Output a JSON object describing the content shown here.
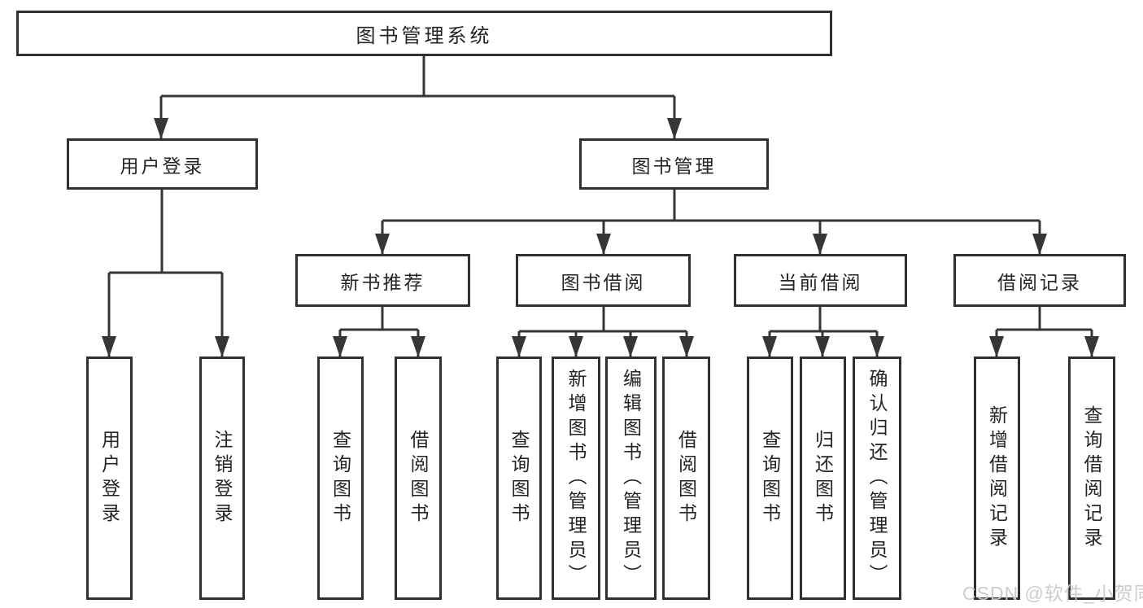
{
  "diagram": {
    "nodes": {
      "root": "图书管理系统",
      "user_login": "用户登录",
      "book_mgmt": "图书管理",
      "new_book_rec": "新书推荐",
      "book_borrow": "图书借阅",
      "current_borrow": "当前借阅",
      "borrow_record": "借阅记录",
      "leaf_user_login": "用户登录",
      "leaf_logout": "注销登录",
      "leaf_query_book_rec": "查询图书",
      "leaf_borrow_book_rec": "借阅图书",
      "leaf_query_book_borrow": "查询图书",
      "leaf_add_book": "新增图书（管理员）",
      "leaf_edit_book": "编辑图书（管理员）",
      "leaf_borrow_book_borrow": "借阅图书",
      "leaf_query_book_current": "查询图书",
      "leaf_return_book": "归还图书",
      "leaf_confirm_return": "确认归还（管理员）",
      "leaf_add_borrow_record": "新增借阅记录",
      "leaf_query_borrow_record": "查询借阅记录"
    },
    "colors": {
      "line": "#363636",
      "border": "#303030",
      "text": "#242424",
      "watermark": "#c9c9cf"
    }
  },
  "watermark": "CSDN @软件_小贺同学"
}
